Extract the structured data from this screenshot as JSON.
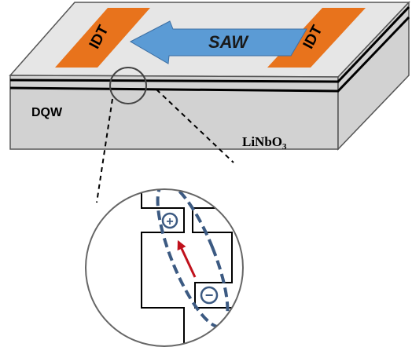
{
  "labels": {
    "idt_left": "IDT",
    "idt_right": "IDT",
    "saw": "SAW",
    "dqw": "DQW",
    "substrate_main": "LiNbO",
    "substrate_sub": "3",
    "plus_sign": "+",
    "minus_sign": "−"
  },
  "colors": {
    "idt": "#e8731c",
    "saw_arrow": "#5b9bd5",
    "dashed_ellipse": "#3c5a82",
    "dipole_arrow": "#c0111c",
    "substrate_top": "#e6e6e6",
    "substrate_side": "#d2d2d2"
  }
}
